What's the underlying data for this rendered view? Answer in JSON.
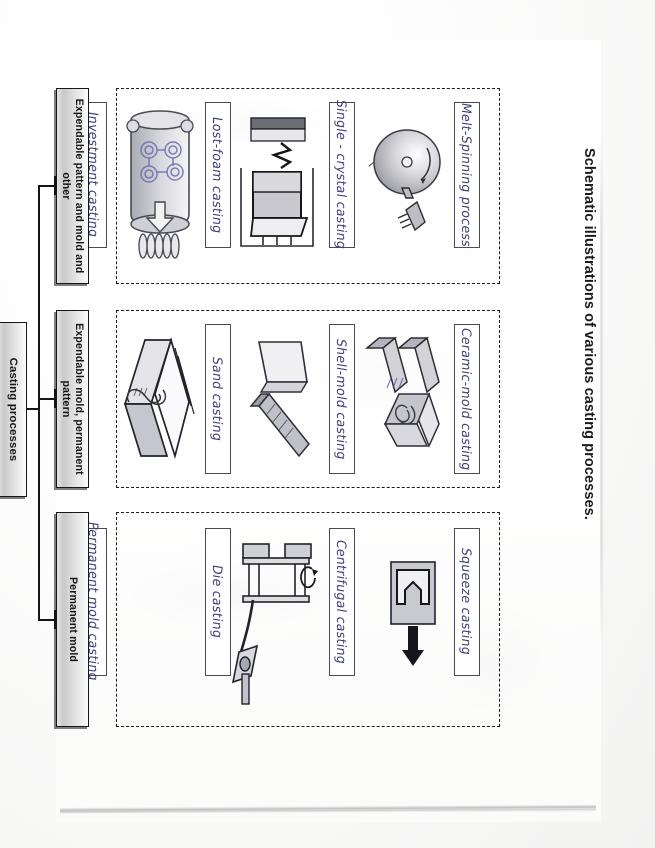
{
  "figure": {
    "caption": "Schematic illustrations of various casting processes.",
    "root_label": "Casting processes"
  },
  "categories": [
    {
      "id": "expendable-pattern",
      "label": "Expendable pattern and mold and other",
      "processes": [
        {
          "id": "melt-spinning-process",
          "label": "Melt-Spinning process",
          "illustration": "spinning-disk-diagram"
        },
        {
          "id": "single-crystal-casting",
          "label": "Single - crystal casting",
          "illustration": "crystal-puller-diagram"
        },
        {
          "id": "lost-foam-casting",
          "label": "Lost-foam casting",
          "illustration": "foam-pattern-flask-diagram"
        },
        {
          "id": "investment-casting",
          "label": "Investment casting",
          "illustration": "investment-tree-diagram"
        }
      ]
    },
    {
      "id": "expendable-mold",
      "label": "Expendable mold, permanent pattern",
      "processes": [
        {
          "id": "ceramic-mold-casting",
          "label": "Ceramic-mold casting",
          "illustration": "ceramic-mold-diagram"
        },
        {
          "id": "shell-mold-casting",
          "label": "Shell-mold casting",
          "illustration": "shell-mold-diagram"
        },
        {
          "id": "sand-casting",
          "label": "Sand casting",
          "illustration": "sand-flask-diagram"
        }
      ]
    },
    {
      "id": "permanent-mold",
      "label": "Permanent mold",
      "processes": [
        {
          "id": "squeeze-casting",
          "label": "Squeeze casting",
          "illustration": "squeeze-press-diagram"
        },
        {
          "id": "centrifugal-casting",
          "label": "Centrifugal casting",
          "illustration": "centrifugal-rotor-diagram"
        },
        {
          "id": "die-casting",
          "label": "Die casting",
          "illustration": "die-machine-diagram"
        },
        {
          "id": "permanent-mold-casting",
          "label": "Permanent mold casting",
          "illustration": "permanent-mold-machine-diagram"
        }
      ]
    }
  ],
  "colors": {
    "ink_handwriting": "#3b3f7a",
    "ink_print": "#161616",
    "box_outline": "#4a4a52",
    "paper": "#ffffff"
  }
}
